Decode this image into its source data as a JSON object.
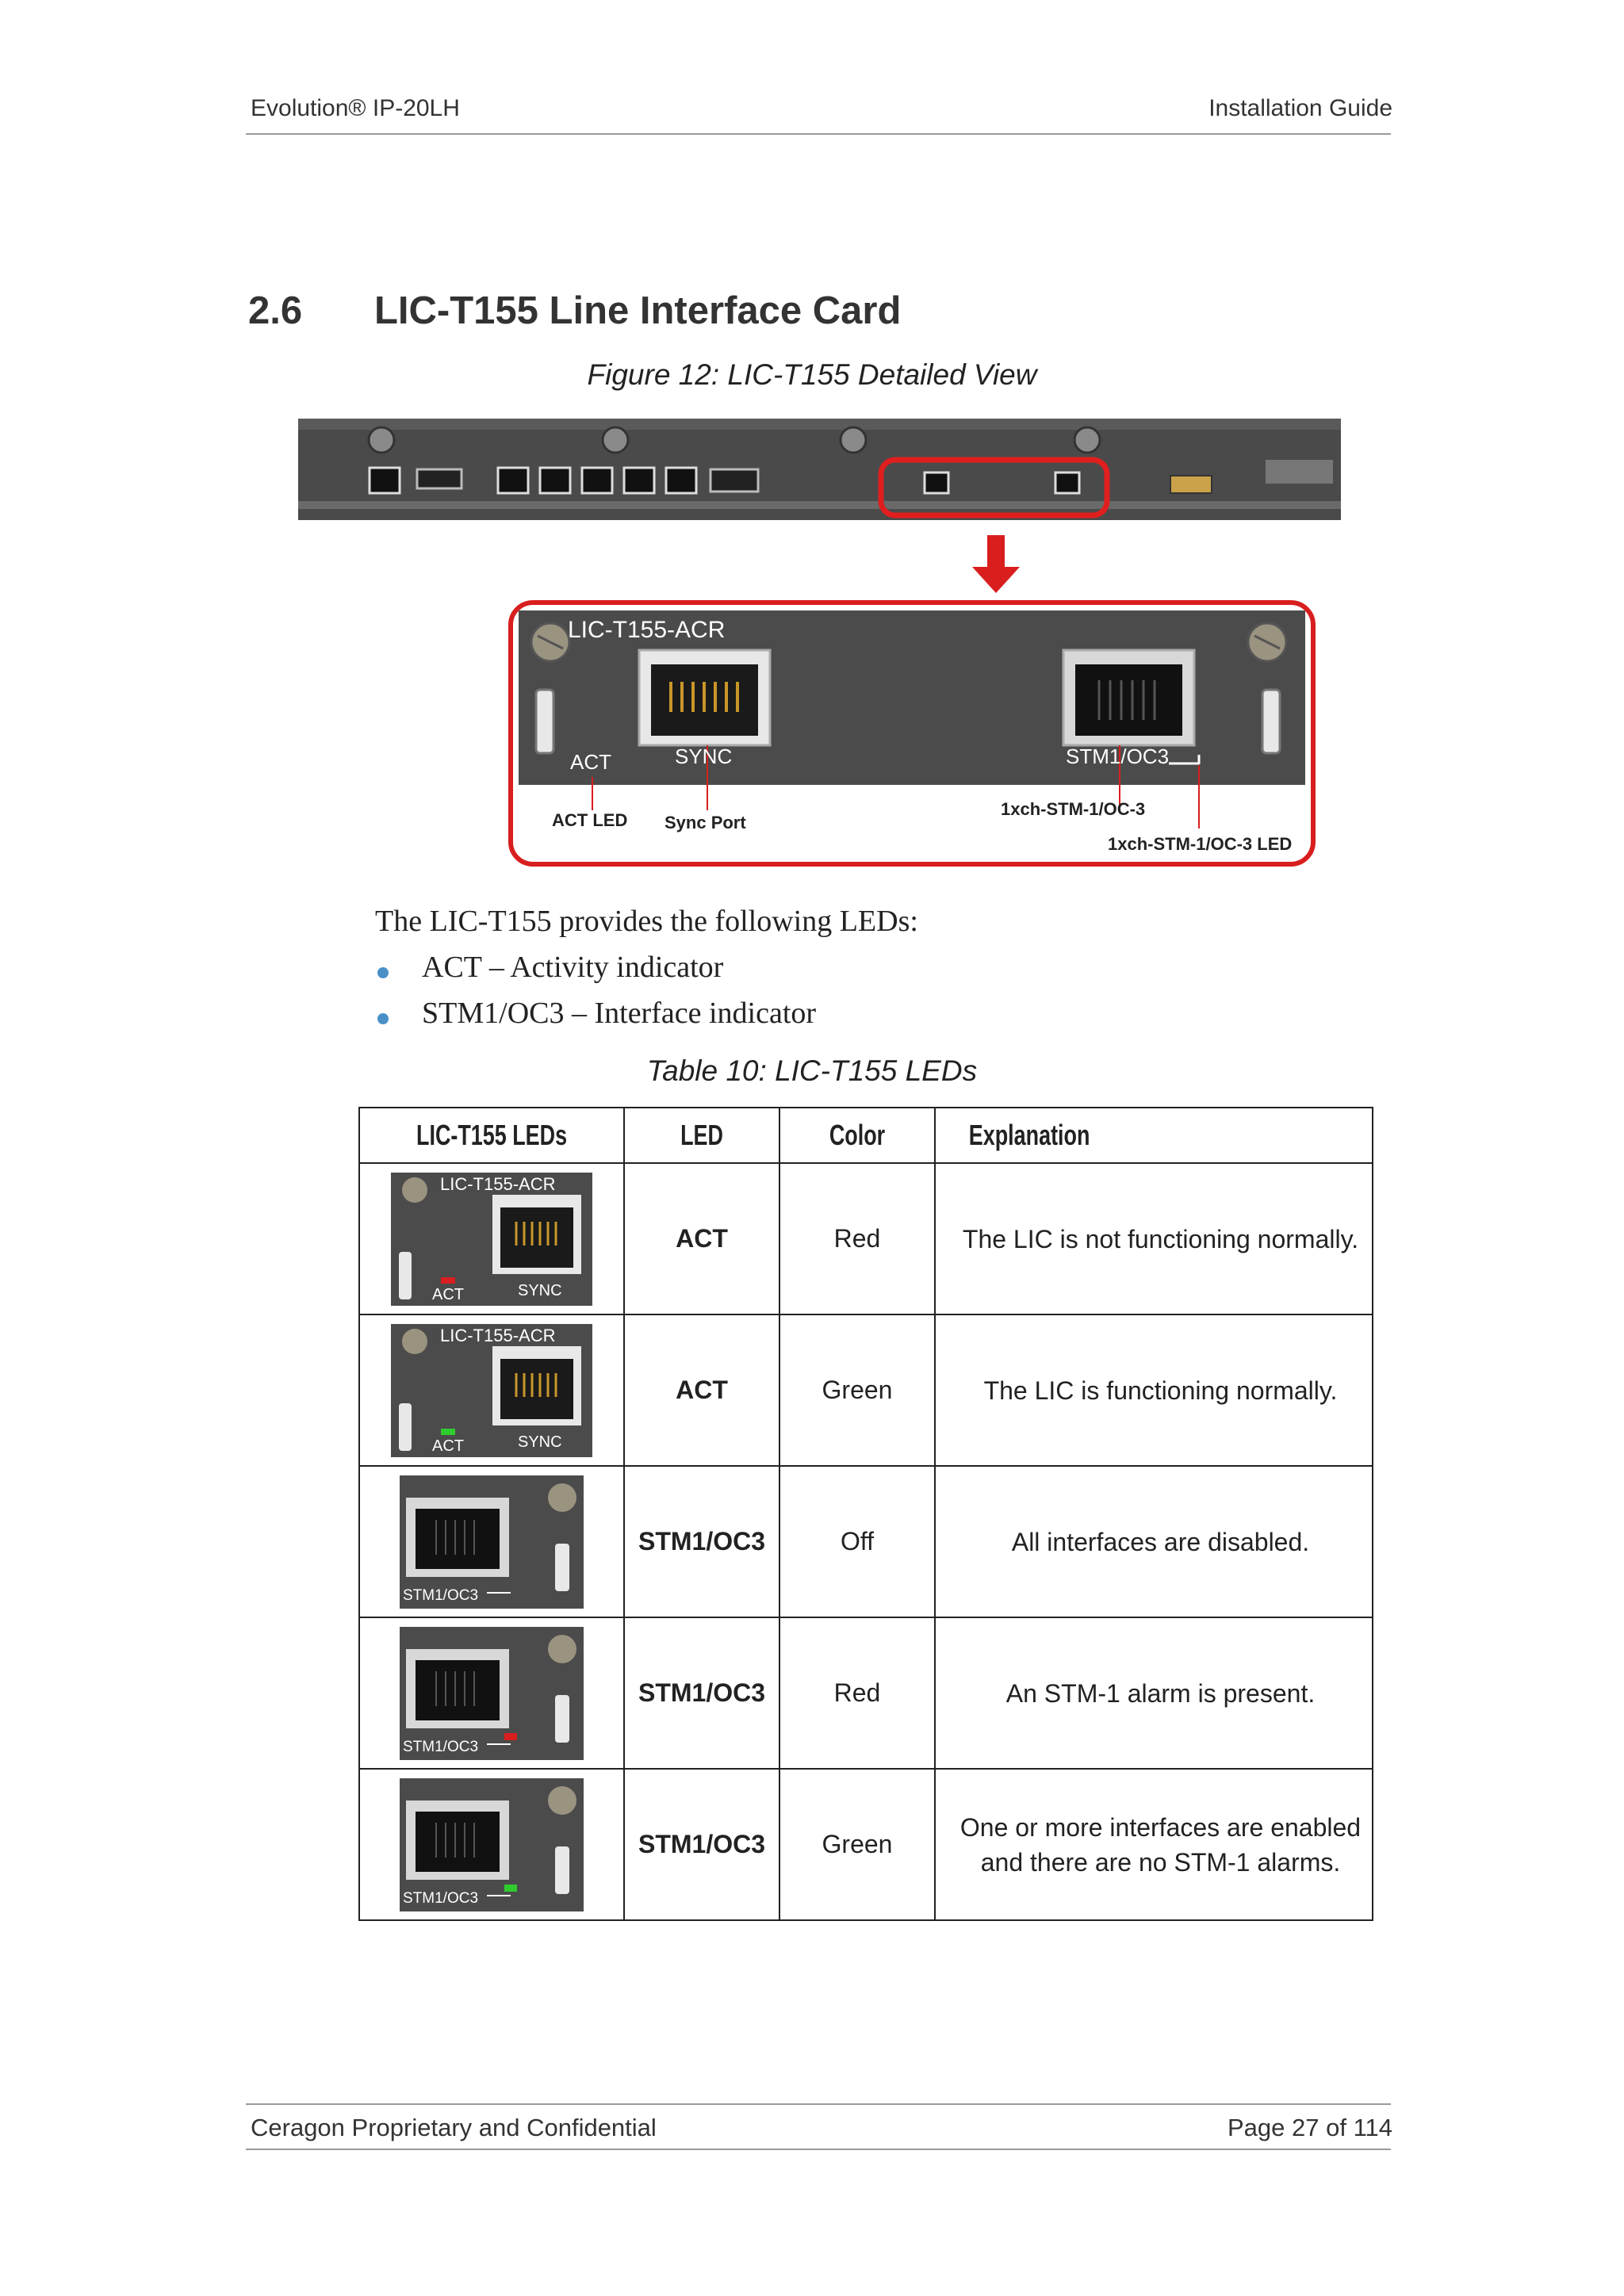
{
  "header": {
    "left": "Evolution® IP-20LH",
    "right": "Installation Guide"
  },
  "section": {
    "number": "2.6",
    "title": "LIC-T155 Line Interface Card"
  },
  "figure": {
    "caption": "Figure 12: LIC-T155 Detailed View",
    "card_label": "LIC-T155-ACR",
    "act_text": "ACT",
    "sync_text": "SYNC",
    "stm_text": "STM1/OC3",
    "callout_act_led": "ACT LED",
    "callout_sync_port": "Sync Port",
    "callout_stm": "1xch-STM-1/OC-3",
    "callout_stm_led": "1xch-STM-1/OC-3 LED"
  },
  "intro": "The LIC-T155 provides the following LEDs:",
  "bullets": [
    "ACT – Activity indicator",
    "STM1/OC3 – Interface indicator"
  ],
  "table": {
    "caption": "Table 10: LIC-T155 LEDs",
    "headers": [
      "LIC-T155 LEDs",
      "LED",
      "Color",
      "Explanation"
    ],
    "rows": [
      {
        "img": "act",
        "led_color": "#d81e1e",
        "thumb_label": "LIC-T155-ACR",
        "thumb_act": "ACT",
        "thumb_sync": "SYNC",
        "led": "ACT",
        "color": "Red",
        "explanation": "The LIC is not functioning normally."
      },
      {
        "img": "act",
        "led_color": "#2ecc2e",
        "thumb_label": "LIC-T155-ACR",
        "thumb_act": "ACT",
        "thumb_sync": "SYNC",
        "led": "ACT",
        "color": "Green",
        "explanation": "The LIC is functioning normally."
      },
      {
        "img": "stm",
        "led_color": "",
        "thumb_label": "STM1/OC3",
        "led": "STM1/OC3",
        "color": "Off",
        "explanation": "All interfaces are disabled."
      },
      {
        "img": "stm",
        "led_color": "#d81e1e",
        "thumb_label": "STM1/OC3",
        "led": "STM1/OC3",
        "color": "Red",
        "explanation": "An STM-1 alarm is present."
      },
      {
        "img": "stm",
        "led_color": "#2ecc2e",
        "thumb_label": "STM1/OC3",
        "led": "STM1/OC3",
        "color": "Green",
        "explanation": "One or more interfaces are enabled and there are no STM-1 alarms."
      }
    ]
  },
  "footer": {
    "left": "Ceragon Proprietary and Confidential",
    "right": "Page 27 of 114"
  }
}
